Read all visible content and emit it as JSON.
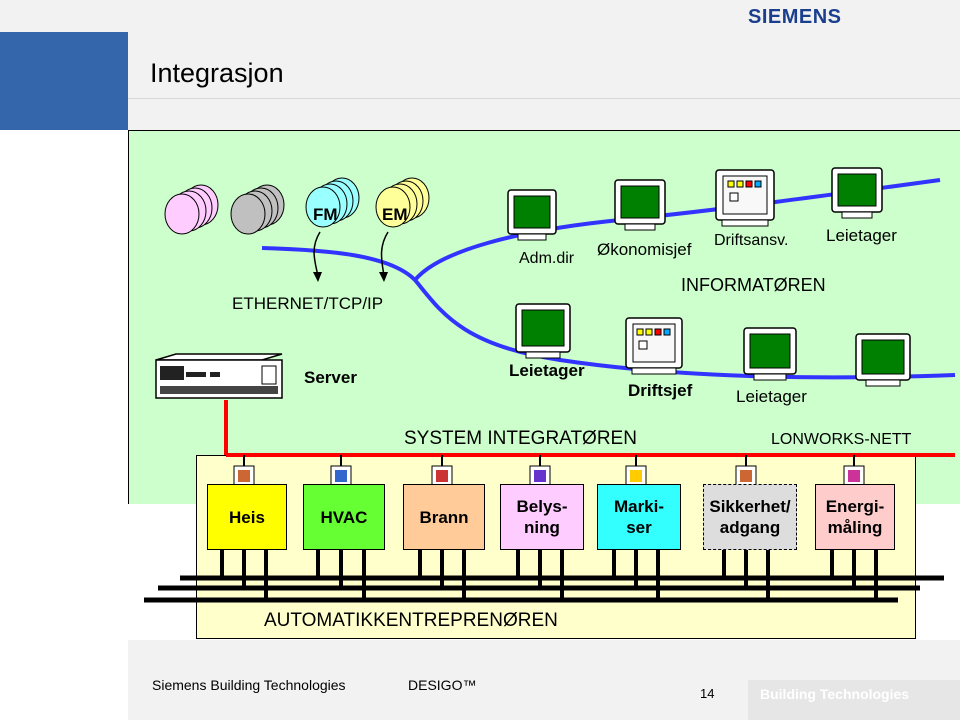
{
  "header": {
    "brand": "SIEMENS",
    "title": "Integrasjon"
  },
  "top": {
    "fm_label": "FM",
    "em_label": "EM",
    "ethernet_label": "ETHERNET/TCP/IP",
    "adm_dir_label": "Adm.dir",
    "okonomisjef_label": "Økonomisjef",
    "driftsansv_label": "Driftsansv.",
    "leietager_top_label": "Leietager",
    "informatoren_label": "INFORMATØREN"
  },
  "middle": {
    "server_label": "Server",
    "leietager_1_label": "Leietager",
    "driftsjef_label": "Driftsjef",
    "leietager_2_label": "Leietager",
    "system_integratoren_label": "SYSTEM INTEGRATØREN",
    "lonworks_label": "LONWORKS-NETT"
  },
  "subsystems": [
    {
      "line1": "Heis",
      "line2": "",
      "color": "#ffff00"
    },
    {
      "line1": "HVAC",
      "line2": "",
      "color": "#66ff33"
    },
    {
      "line1": "Brann",
      "line2": "",
      "color": "#ffcc99"
    },
    {
      "line1": "Belys-",
      "line2": "ning",
      "color": "#ffccff"
    },
    {
      "line1": "Marki-",
      "line2": "ser",
      "color": "#33ffff"
    },
    {
      "line1": "Sikkerhet/",
      "line2": "adgang",
      "color": "#dddddd"
    },
    {
      "line1": "Energi-",
      "line2": "måling",
      "color": "#ffcccc"
    }
  ],
  "bottom": {
    "automatikk_label": "AUTOMATIKKENTREPRENØREN"
  },
  "footer": {
    "company": "Siemens Building Technologies",
    "product": "DESIGO™",
    "page_number": "14",
    "division": "Building Technologies"
  },
  "colors": {
    "band": "#3366aa",
    "header_bg": "#f2f2f2",
    "light_green": "#ccffcc",
    "light_yellow": "#ffffcc",
    "bus_red": "#ff0000",
    "network_blue": "#3333ff",
    "monitor_screen": "#008000"
  }
}
